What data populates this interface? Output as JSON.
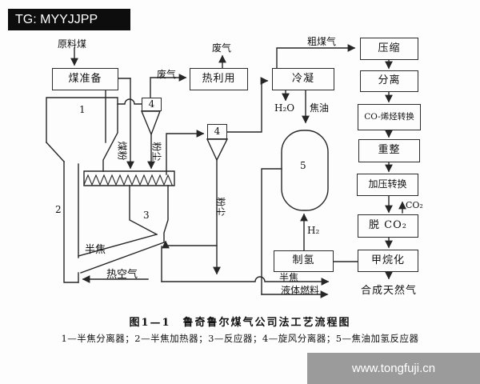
{
  "watermarks": {
    "top": "TG: MYYJJPP",
    "bottom": "www.tongfuji.cn"
  },
  "caption": "图1—1　鲁奇鲁尔煤气公司法工艺流程图",
  "legend": "1—半焦分离器；2—半焦加热器；3—反应器；4—旋风分离器；5—焦油加氢反应器",
  "boxes": {
    "coal_prep": "煤准备",
    "heat_recovery": "热利用",
    "condenser": "冷凝",
    "compression": "压缩",
    "separation": "分离",
    "co_olefin_shift": "CO-烯烃转换",
    "reforming": "重整",
    "pressure_shift": "加压转换",
    "co2_removal": "脱 CO₂",
    "methanation": "甲烷化",
    "h2_plant": "制氢",
    "cyclone1": "4",
    "cyclone2": "4"
  },
  "streams": {
    "raw_coal": "原料煤",
    "waste_gas_top": "废气",
    "waste_gas_side": "废气",
    "crude_gas": "粗煤气",
    "water": "H₂O",
    "tar": "焦油",
    "hydrogen": "H₂",
    "co2": "CO₂",
    "sng": "合成天然气",
    "semicoke_product": "半焦",
    "liquid_fuel": "液体燃料",
    "semicoke_chute": "半焦",
    "hot_air": "热空气",
    "coal_powder": "煤粉",
    "dust_left": "粉尘",
    "dust_right": "粉尘"
  },
  "equipment_numbers": {
    "n1": "1",
    "n2": "2",
    "n3": "3",
    "n5": "5"
  }
}
